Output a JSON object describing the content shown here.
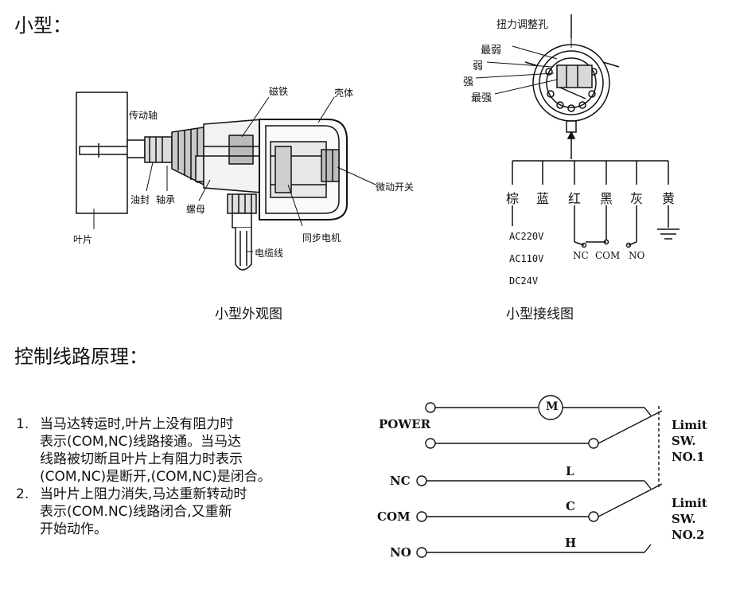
{
  "headings": {
    "small_type": "小型：",
    "control_principle": "控制线路原理："
  },
  "captions": {
    "appearance": "小型外观图",
    "wiring": "小型接线图"
  },
  "appearance_labels": {
    "shaft": "传动轴",
    "magnet": "磁铁",
    "housing": "壳体",
    "microswitch": "微动开关",
    "oil_seal": "油封",
    "bearing": "轴承",
    "nut": "螺母",
    "blade": "叶片",
    "motor": "同步电机",
    "cable": "电缆线"
  },
  "torque_labels": {
    "adjust_hole": "扭力调整孔",
    "weakest": "最弱",
    "weak": "弱",
    "strong": "强",
    "strongest": "最强"
  },
  "wire_colors": [
    "棕",
    "蓝",
    "红",
    "黑",
    "灰",
    "黄"
  ],
  "voltages": [
    "AC220V",
    "AC110V",
    "DC24V"
  ],
  "switch_terminals": [
    "NC",
    "COM",
    "NO"
  ],
  "circuit": {
    "motor": "M",
    "power": "POWER",
    "terminals": [
      "NC",
      "COM",
      "NO"
    ],
    "wires": [
      "L",
      "C",
      "H"
    ],
    "limit_sw1": [
      "Limit",
      "SW.",
      "NO.1"
    ],
    "limit_sw2": [
      "Limit",
      "SW.",
      "NO.2"
    ]
  },
  "description": {
    "item1_num": "1.",
    "item1_lines": [
      "当马达转运时,叶片上没有阻力时",
      "表示(COM,NC)线路接通。当马达",
      "线路被切断且叶片上有阻力时表示",
      "(COM,NC)是断开,(COM,NC)是闭合。"
    ],
    "item2_num": "2.",
    "item2_lines": [
      "当叶片上阻力消失,马达重新转动时",
      "表示(COM.NC)线路闭合,又重新",
      "开始动作。"
    ]
  }
}
